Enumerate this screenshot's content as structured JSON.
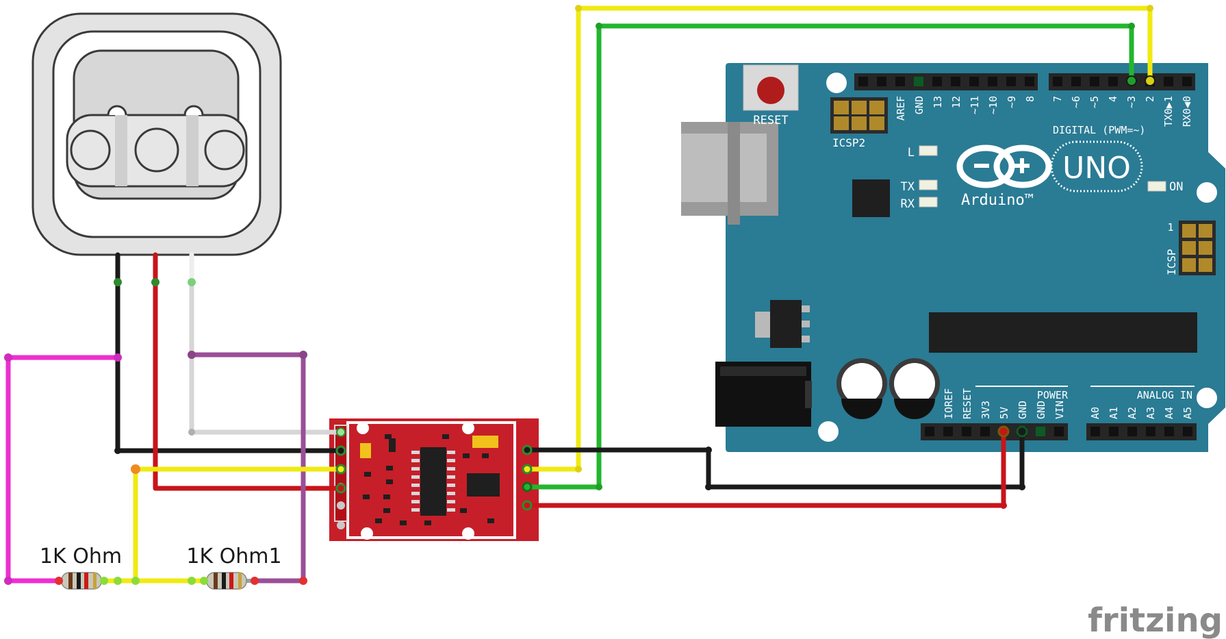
{
  "colors": {
    "board": "#2a7b94",
    "module": "#c61f29",
    "wire_black": "#1a1a1a",
    "wire_red": "#c8151b",
    "wire_white": "#d6d6d6",
    "wire_pink": "#ee2ecf",
    "wire_purple": "#9b4f98",
    "wire_yellow": "#f0ea12",
    "wire_green": "#23b62e"
  },
  "resistors": {
    "r1_label": "1K Ohm",
    "r2_label": "1K Ohm1"
  },
  "arduino": {
    "reset_label": "RESET",
    "icsp2_label": "ICSP2",
    "icsp_label": "ICSP",
    "icsp_pin1": "1",
    "led_l": "L",
    "led_tx": "TX",
    "led_rx": "RX",
    "led_on": "ON",
    "brand": "Arduino™",
    "model": "UNO",
    "digital_label": "DIGITAL (PWM=~)",
    "power_label": "POWER",
    "analog_label": "ANALOG IN",
    "digital_pins": [
      "AREF",
      "GND",
      "13",
      "12",
      "~11",
      "~10",
      "~9",
      "8",
      "7",
      "~6",
      "~5",
      "4",
      "~3",
      "2",
      "TX0▶1",
      "RX0◀0"
    ],
    "power_pins": [
      "IOREF",
      "RESET",
      "3V3",
      "5V",
      "GND",
      "GND",
      "VIN"
    ],
    "analog_pins": [
      "A0",
      "A1",
      "A2",
      "A3",
      "A4",
      "A5"
    ]
  },
  "watermark": "fritzing"
}
